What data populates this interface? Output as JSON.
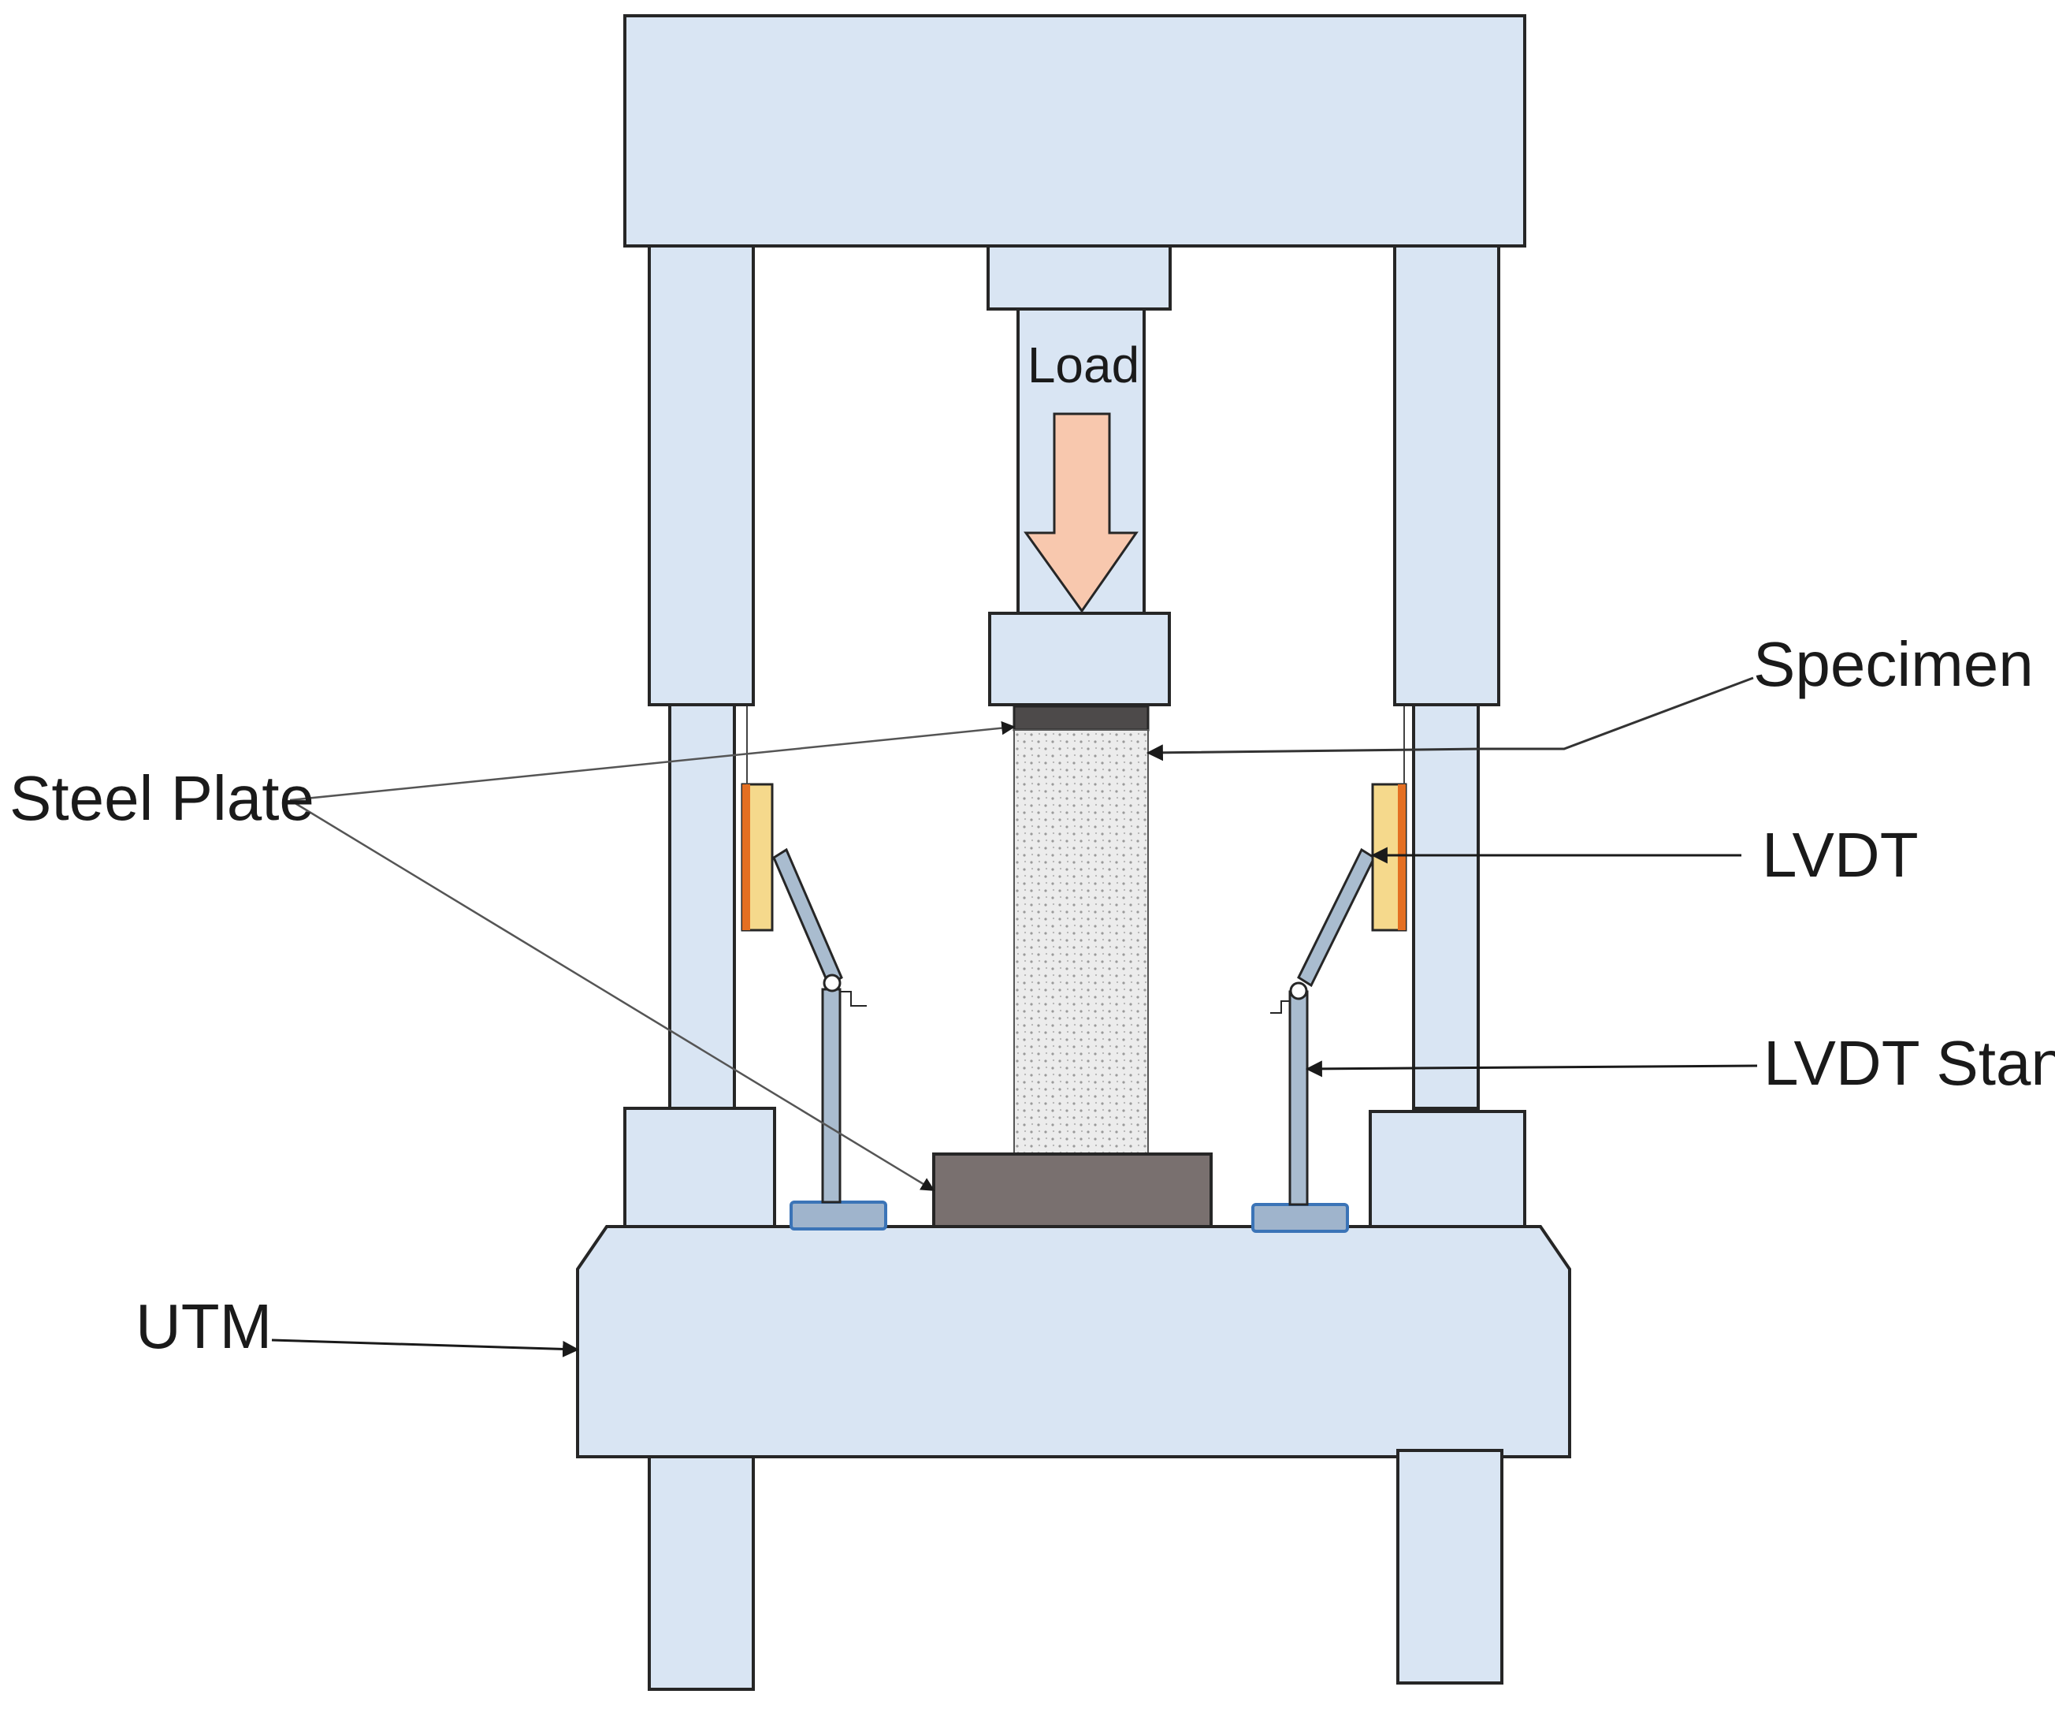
{
  "diagram": {
    "labels": {
      "load": "Load",
      "specimen": "Specimen",
      "steel_plate": "Steel Plate",
      "lvdt": "LVDT",
      "lvdt_stand": "LVDT Stand",
      "utm": "UTM"
    },
    "colors": {
      "frame_fill": "#d9e5f3",
      "frame_stroke": "#262626",
      "arrow_fill": "#f8c8ae",
      "steel_plate_fill": "#79706f",
      "top_plate_fill": "#4d4a4a",
      "specimen_fill": "#ececec",
      "lvdt_fill": "#f5d98c",
      "lvdt_edge": "#e46f22",
      "stand_fill": "#a9bccf",
      "stand_base_fill": "#9fb4cc",
      "stand_base_stroke": "#3b74b7"
    }
  }
}
